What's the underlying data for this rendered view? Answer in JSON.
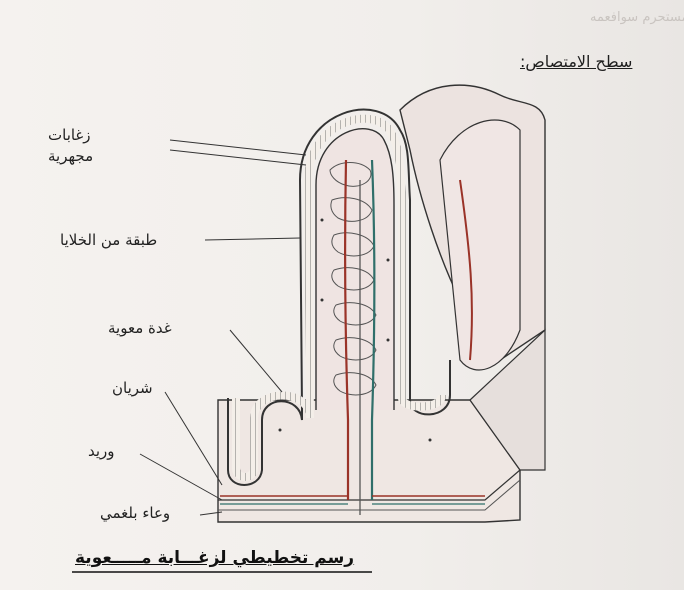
{
  "top_text": "مستحرم سوافعمه",
  "section_title": "سطح الامتصاص:",
  "labels": {
    "microvilli_line1": "زغابات",
    "microvilli_line2": "مجهرية",
    "cell_layer": "طبقة من الخلايا",
    "intestinal_gland": "غدة معوية",
    "artery": "شريان",
    "vein": "وريد",
    "lymph_vessel": "وعاء بلغمي"
  },
  "caption": "رسم تخطيطي لزغـــابة مـــــعوية",
  "colors": {
    "artery": "#9a3328",
    "vein": "#2f6f6a",
    "outline": "#333333",
    "tissue": "#e8dcd8"
  }
}
